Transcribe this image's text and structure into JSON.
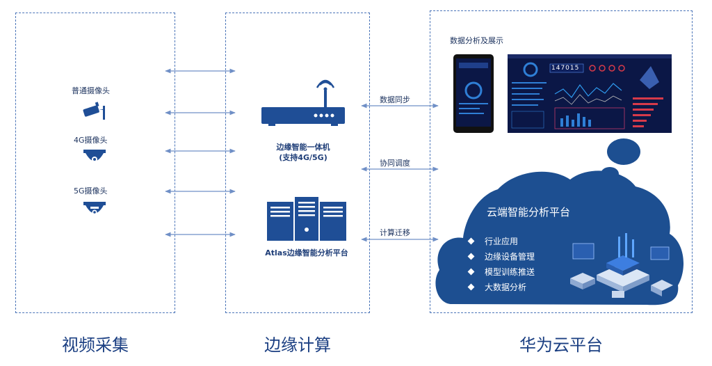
{
  "sections": {
    "video": "视频采集",
    "edge": "边缘计算",
    "cloud": "华为云平台"
  },
  "cameras": [
    {
      "label": "普通摄像头",
      "icon": "bullet-camera-icon"
    },
    {
      "label": "4G摄像头",
      "icon": "dome-camera-icon"
    },
    {
      "label": "5G摄像头",
      "icon": "dome-camera-5g-icon"
    }
  ],
  "edge": {
    "device_line1": "边缘智能一体机",
    "device_line2": "(支持4G/5G)",
    "platform": "Atlas边缘智能分析平台"
  },
  "links": [
    "数据同步",
    "协同调度",
    "计算迁移"
  ],
  "cloud": {
    "display_title": "数据分析及展示",
    "dashboard_counter": "147015",
    "platform_title": "云端智能分析平台",
    "items": [
      "行业应用",
      "边缘设备管理",
      "模型训练推送",
      "大数据分析"
    ]
  },
  "colors": {
    "primary": "#1f4e96",
    "cloud": "#1d4f91",
    "arrow": "#6f8fc6",
    "dashboard_bg": "#0b1746"
  }
}
